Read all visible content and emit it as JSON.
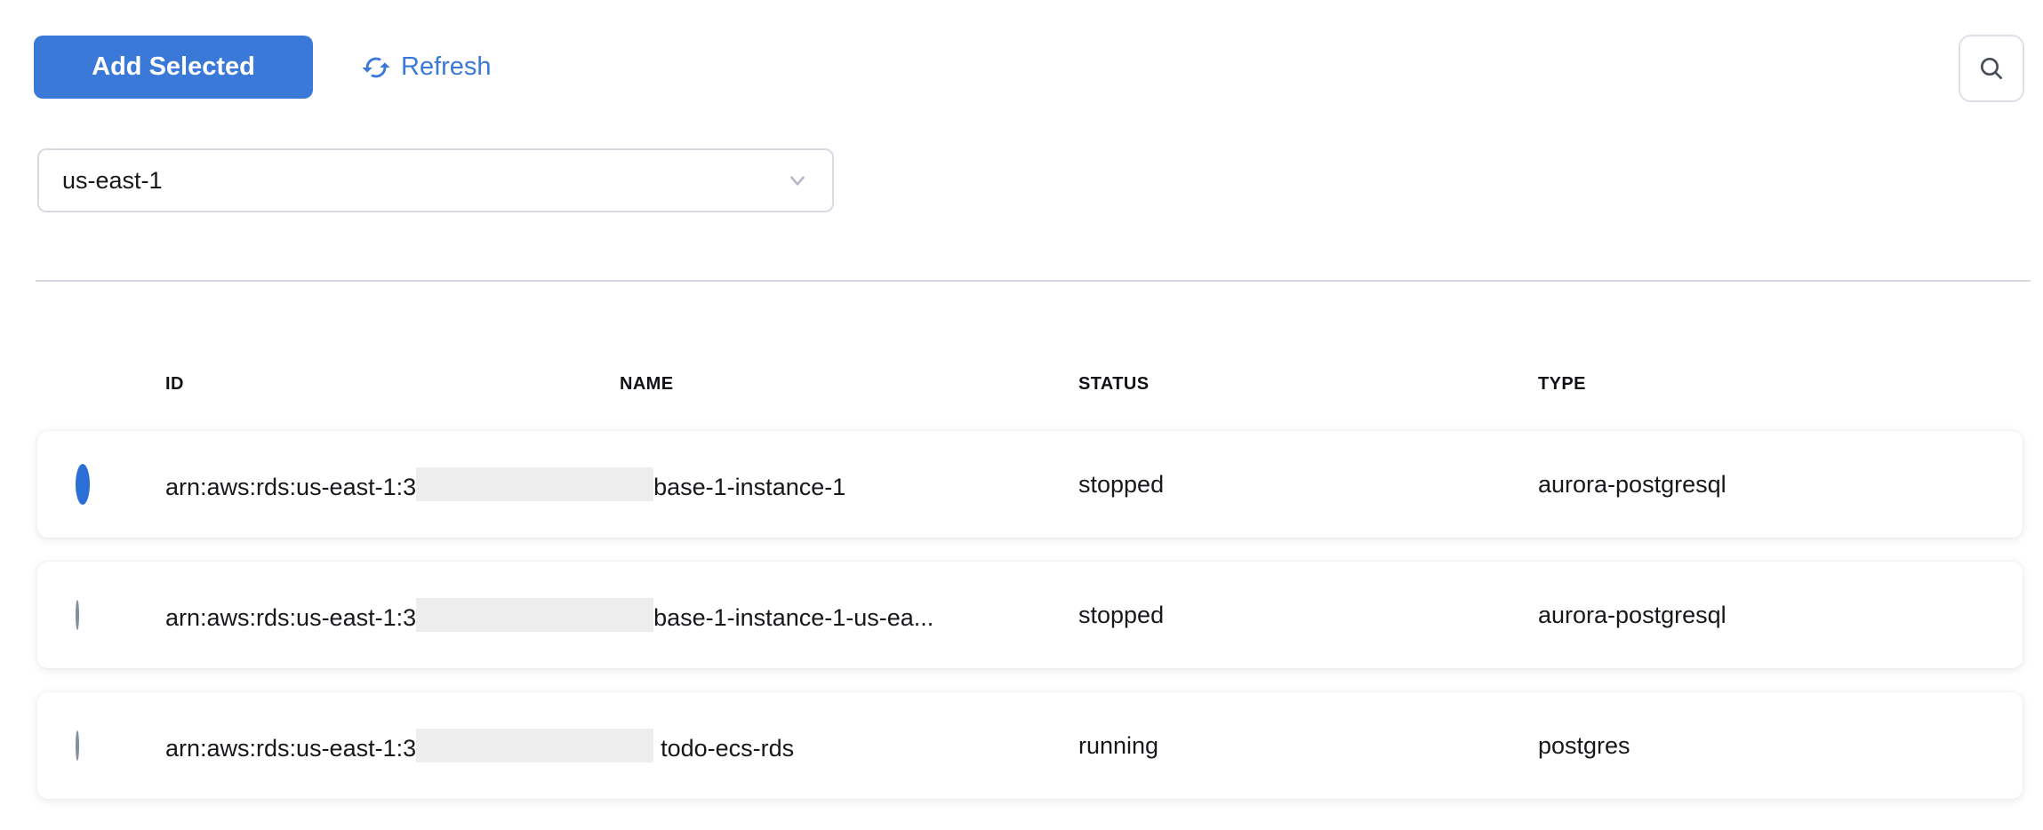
{
  "toolbar": {
    "add_selected_label": "Add Selected",
    "refresh_label": "Refresh"
  },
  "filters": {
    "region_value": "us-east-1"
  },
  "icons": {
    "refresh": "refresh-icon",
    "search": "search-icon",
    "region_chevron": "chevron-down-icon"
  },
  "colors": {
    "accent_blue": "#3b79d8",
    "radio_selected_blue": "#2b6fd6",
    "divider_gray": "#d8dae2",
    "redaction_gray": "#ededee",
    "text_dark": "#16181c"
  },
  "table": {
    "columns": [
      "ID",
      "NAME",
      "STATUS",
      "TYPE"
    ],
    "rows": [
      {
        "selected": true,
        "id_prefix": "arn:aws:rds:us-east-1:3",
        "redacted_peek": ".... ... .. ....",
        "name_visible": "base-1-instance-1",
        "status": "stopped",
        "type": "aurora-postgresql"
      },
      {
        "selected": false,
        "id_prefix": "arn:aws:rds:us-east-1:3",
        "redacted_peek": ".... ... .. ....",
        "name_visible": "base-1-instance-1-us-ea...",
        "status": "stopped",
        "type": "aurora-postgresql"
      },
      {
        "selected": false,
        "id_prefix": "arn:aws:rds:us-east-1:3",
        "redacted_peek": ".... ... .. ..",
        "name_visible": "todo-ecs-rds",
        "status": "running",
        "type": "postgres"
      }
    ]
  }
}
